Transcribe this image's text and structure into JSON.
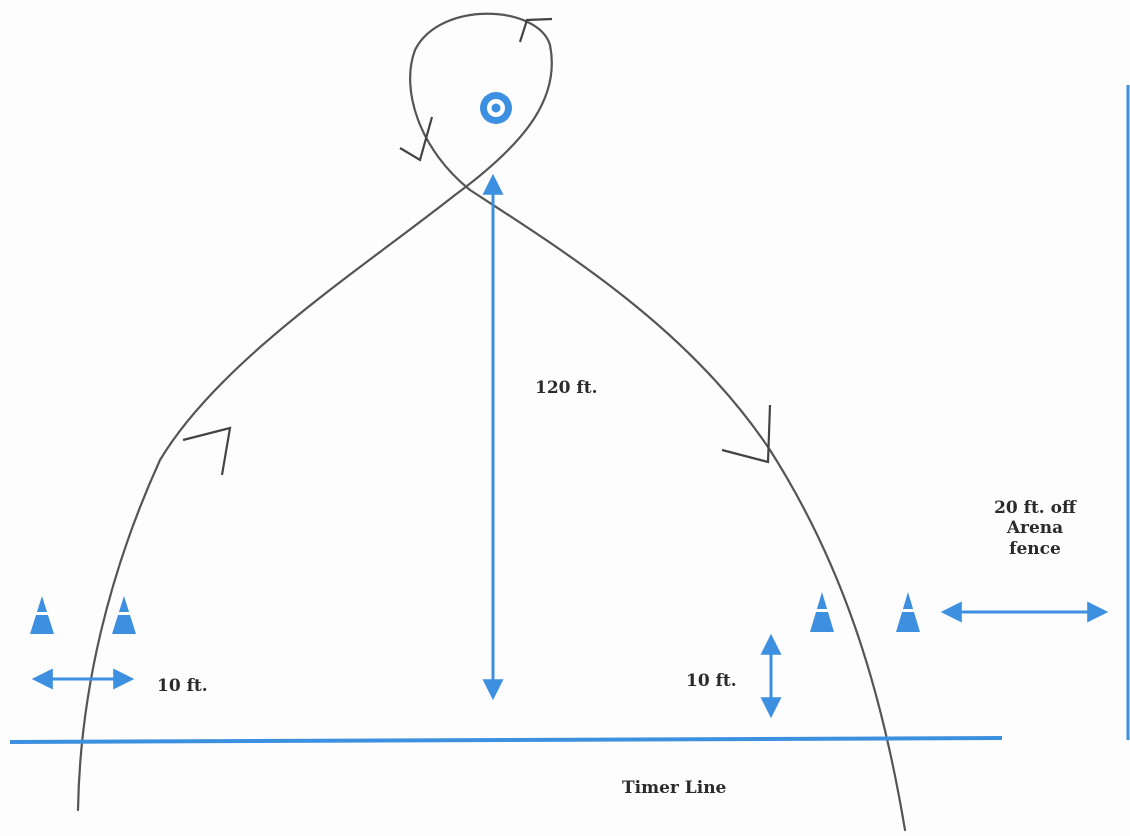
{
  "labels": {
    "distance_vertical": "120 ft.",
    "spacing_left": "10 ft.",
    "spacing_right": "10 ft.",
    "fence_line1": "20 ft. off",
    "fence_line2": "Arena",
    "fence_line3": "fence",
    "timer_line": "Timer Line"
  },
  "colors": {
    "accent": "#3d8fe0",
    "path": "#555555",
    "text": "#2b2b2b"
  },
  "icons": {
    "target": "barrel-target-icon",
    "cone": "cone-icon",
    "arrow": "double-arrow-icon"
  }
}
